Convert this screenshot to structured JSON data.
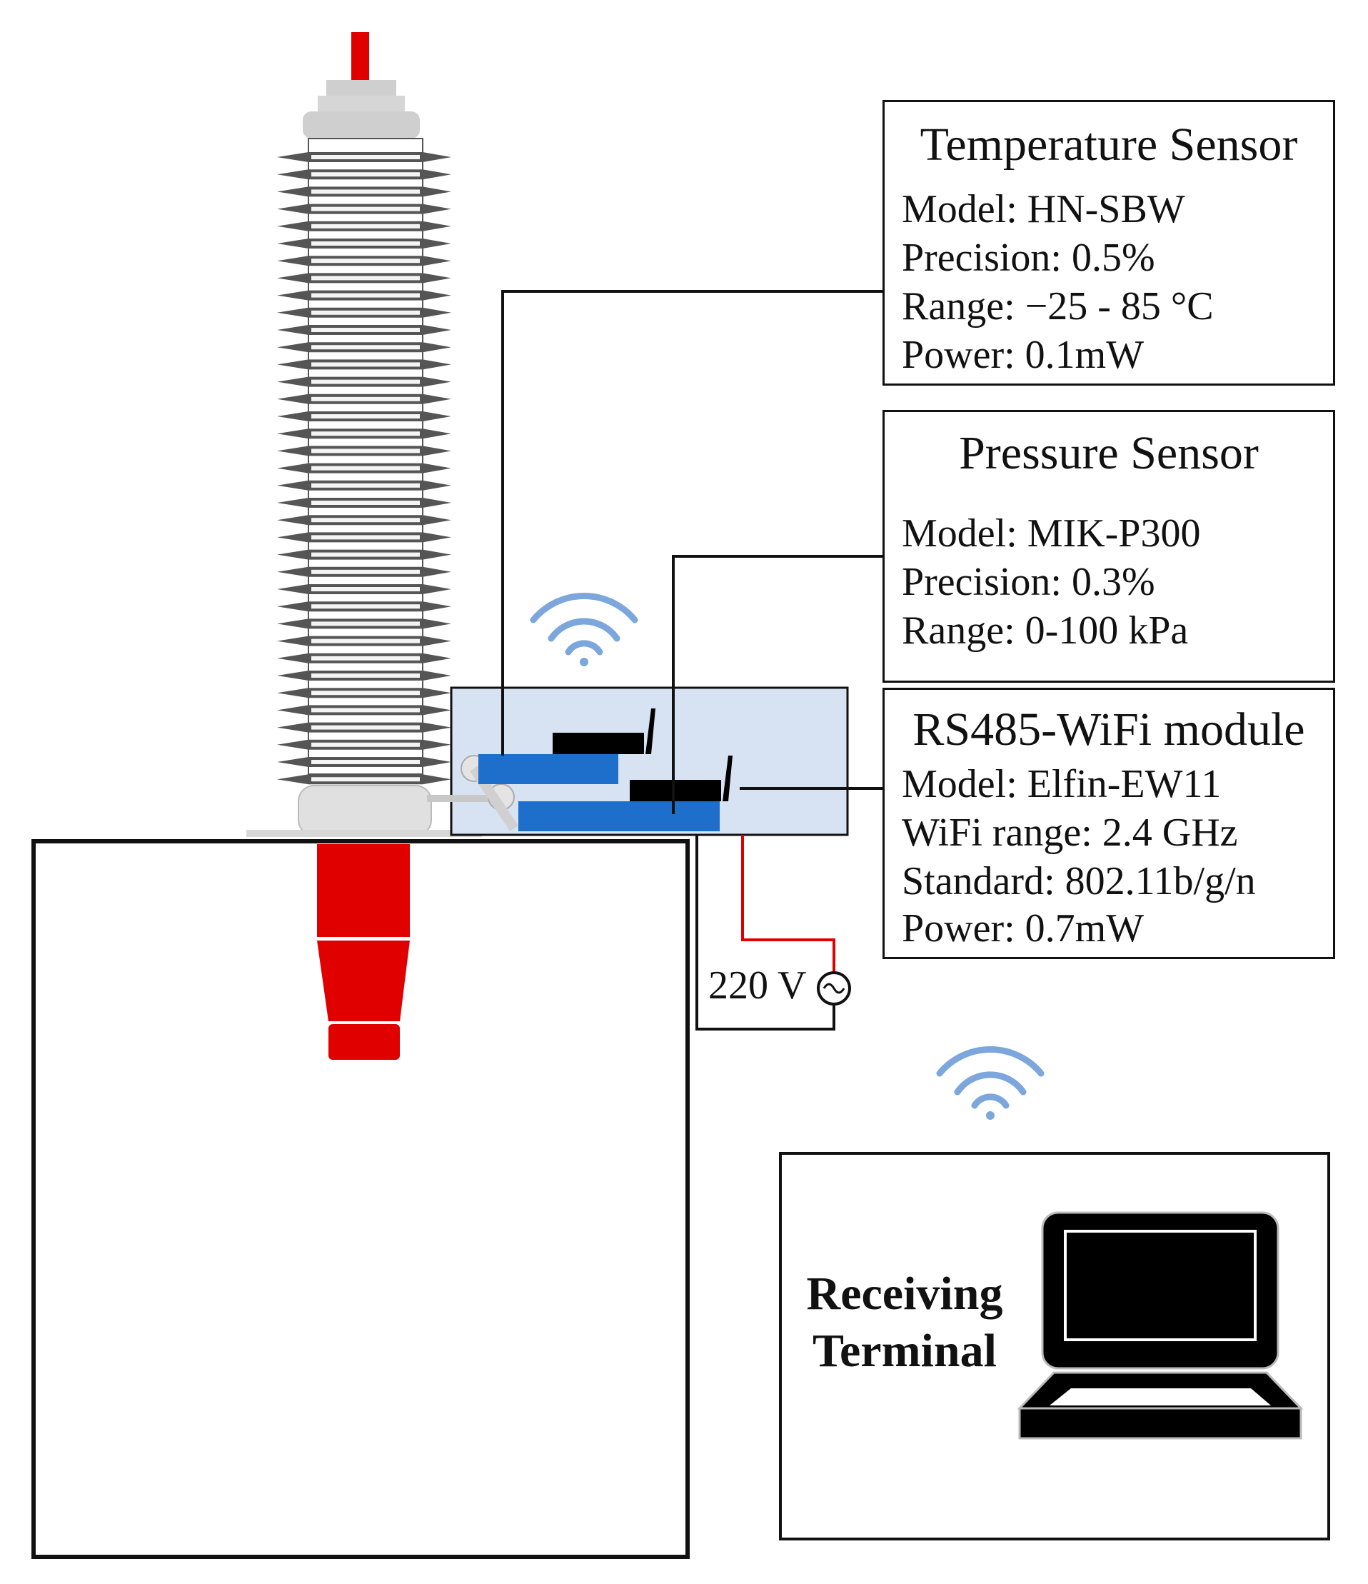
{
  "temperature_sensor": {
    "title": "Temperature Sensor",
    "specs": [
      "Model: HN-SBW",
      "Precision: 0.5%",
      "Range: −25 - 85 °C",
      "Power: 0.1mW"
    ]
  },
  "pressure_sensor": {
    "title": "Pressure Sensor",
    "specs": [
      "Model: MIK-P300",
      "Precision: 0.3%",
      "Range: 0-100 kPa"
    ]
  },
  "wifi_module": {
    "title": "RS485-WiFi module",
    "specs": [
      "Model: Elfin-EW11",
      "WiFi range: 2.4 GHz",
      "Standard: 802.11b/g/n",
      "Power: 0.7mW"
    ]
  },
  "power_supply": {
    "label": "220 V"
  },
  "receiving_terminal": {
    "line1": "Receiving",
    "line2": "Terminal"
  },
  "colors": {
    "module_panel": "#d7e3f2",
    "device_blue": "#1e6fcc",
    "bushing_red": "#e10000",
    "wifi_signal": "#7ca6dc",
    "insulator_gray": "#cfcfcf",
    "line": "#111111"
  }
}
